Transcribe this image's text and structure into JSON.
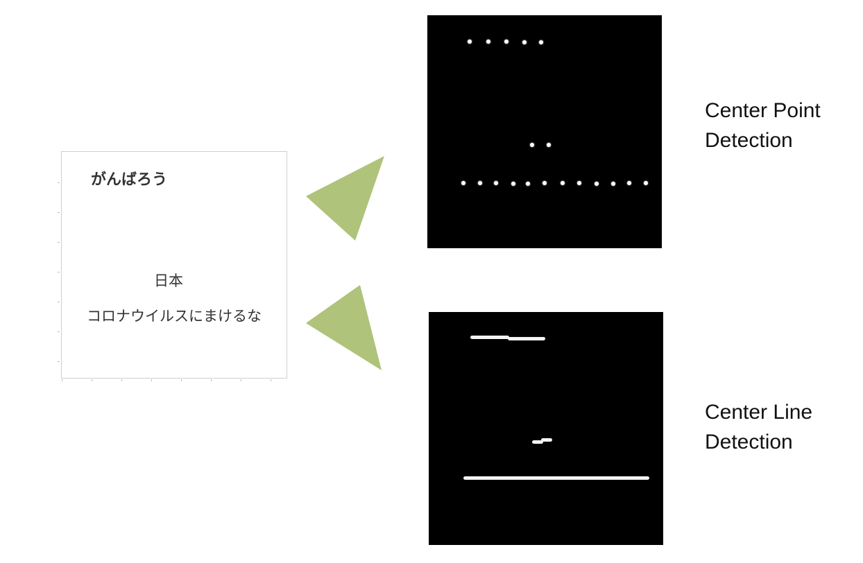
{
  "input": {
    "line1": "がんばろう",
    "line2": "日本",
    "line3": "コロナウイルスにまけるな"
  },
  "outputs": {
    "point_label_1": "Center Point",
    "point_label_2": "Detection",
    "line_label_1": "Center Line",
    "line_label_2": "Detection"
  },
  "colors": {
    "arrow": "#afc37a",
    "output_background": "#000000",
    "detection_marks": "#ffffff"
  }
}
